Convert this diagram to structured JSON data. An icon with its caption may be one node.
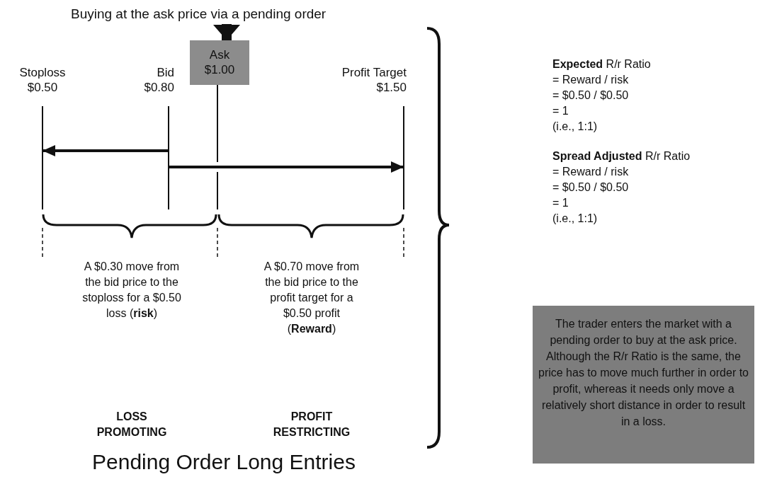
{
  "diagram": {
    "caption": "Pending Order Long Entries",
    "nodes": [
      {
        "text": [
          "Buying at the ask price via a pending order"
        ]
      },
      {
        "text": [
          "Stoploss $0.50"
        ]
      },
      {
        "text": [
          "Bid $0.80"
        ]
      },
      {
        "text": [
          "Ask $1.00"
        ]
      },
      {
        "text": [
          "Profit Target $1.50"
        ]
      },
      {
        "text": [
          "The trader enters the market with a pending order to buy at the ask price. Although the R/r Ratio is the same, the price has to move much further in order to profit, whereas it needs only move a relatively short distance in order to result in a loss."
        ]
      }
    ],
    "edges": [
      {
        "from": 0,
        "to": 3,
        "arrow": "to",
        "style": "thick"
      },
      {
        "from": 2,
        "to": 1,
        "arrow": "to"
      },
      {
        "from": 2,
        "to": 4,
        "arrow": "to"
      }
    ],
    "labels": [
      "A $0.30 move from the bid price to the stoploss for a $0.50 loss (**risk**)",
      "A $0.70 move from the bid price to the profit target for a $0.50 profit (**Reward**)",
      "LOSS PROMOTING",
      "PROFIT RESTRICTING",
      "**Expected** R/r Ratio",
      "= Reward / risk",
      "= $0.50 / $0.50",
      "= 1",
      "(i.e., 1:1)",
      "**Spread Adjusted** R/r Ratio",
      "= Reward / risk",
      "= $0.50 / $0.50",
      "= 1",
      "(i.e., 1:1)"
    ]
  }
}
